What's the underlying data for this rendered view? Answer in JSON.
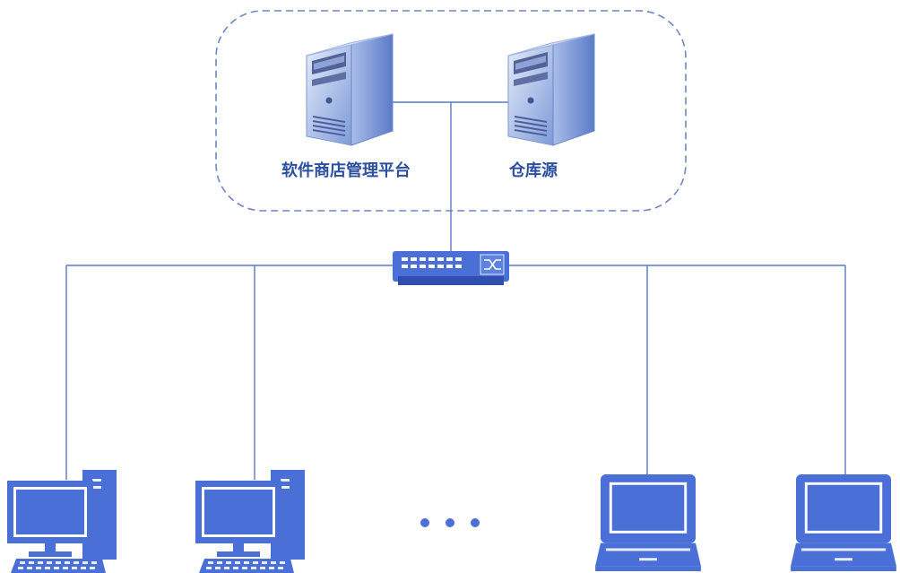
{
  "servers": {
    "store_platform_label": "软件商店管理平台",
    "repo_source_label": "仓库源"
  },
  "icons": {
    "store_server": "server-tower-icon",
    "repo_server": "server-tower-icon",
    "switch": "network-switch-icon",
    "desktop": "desktop-computer-icon",
    "laptop": "laptop-icon",
    "ellipsis": "ellipsis-icon"
  },
  "colors": {
    "line": "#5a78c4",
    "device_fill": "#4a6fd6",
    "device_dark": "#2f4fae",
    "server_light": "#c5d4f0",
    "server_dark": "#6f8fd0",
    "cloud_border": "#6f86bf",
    "label": "#2b4f9e"
  },
  "clients": {
    "desktops": 2,
    "laptops": 2
  }
}
